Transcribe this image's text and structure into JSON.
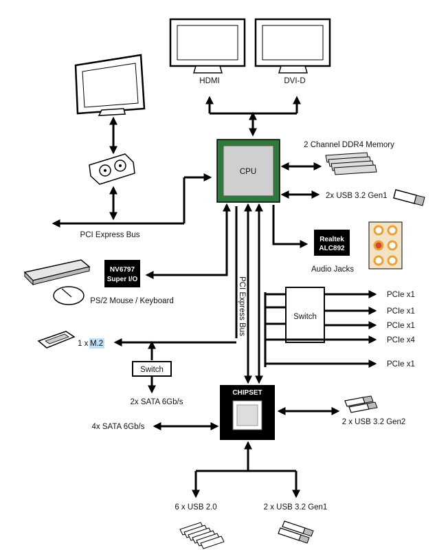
{
  "labels": {
    "hdmi": "HDMI",
    "dvid": "DVI-D",
    "memory": "2 Channel DDR4 Memory",
    "cpu": "CPU",
    "usb_cpu": "2x USB 3.2 Gen1",
    "pci_bus_h": "PCI Express Bus",
    "pci_bus_v": "PCI Express Bus",
    "realtek_1": "Realtek",
    "realtek_2": "ALC892",
    "audio_jacks": "Audio Jacks",
    "superio_1": "NV6797",
    "superio_2": "Super I/O",
    "ps2": "PS/2 Mouse / Keyboard",
    "m2_prefix": "1 x ",
    "m2": "M.2",
    "switch_left": "Switch",
    "sata_2x": "2x SATA 6Gb/s",
    "switch_right": "Switch",
    "pcie_1": "PCIe x1",
    "pcie_2": "PCIe x1",
    "pcie_3": "PCIe x1",
    "pcie_4": "PCIe x4",
    "pcie_5": "PCIe x1",
    "chipset": "CHIPSET",
    "usb_gen2": "2 x USB 3.2 Gen2",
    "sata_4x": "4x SATA 6Gb/s",
    "usb20": "6 x USB 2.0",
    "usb_gen1_bottom": "2 x USB 3.2 Gen1"
  },
  "colors": {
    "cpu_board": "#2f7a3a",
    "cpu_die": "#cfcfcf",
    "chip_black": "#000000",
    "audio_jack_red": "#d9472b",
    "audio_jack_ring": "#e8a23a",
    "m2_highlight": "#bfe1f6"
  }
}
